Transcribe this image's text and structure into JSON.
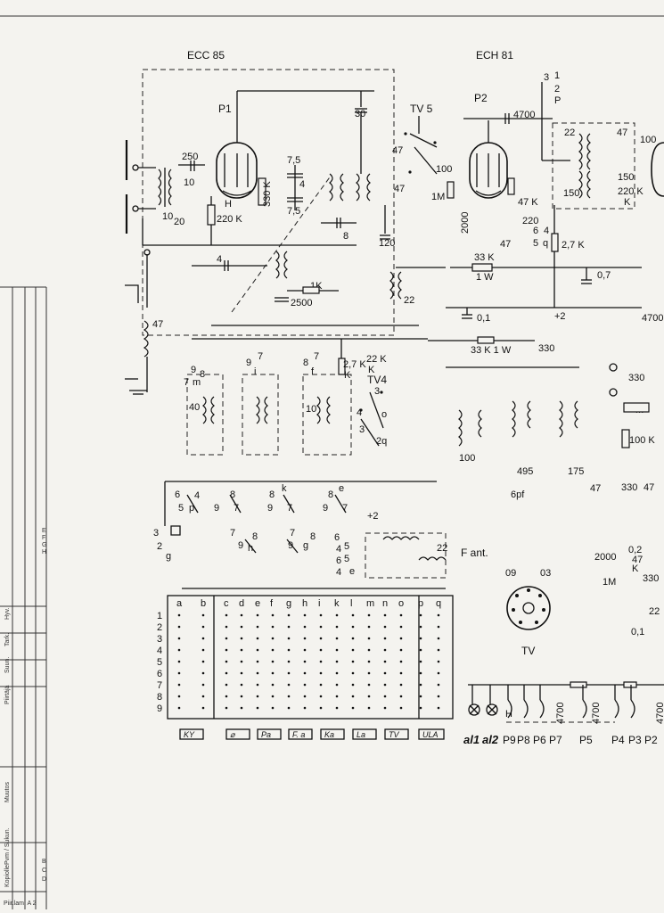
{
  "tubes": {
    "left": "ECC 85",
    "right": "ECH 81",
    "p1": "P1",
    "p2": "P2",
    "tv5": "TV 5",
    "tv4": "TV4",
    "tv_socket": "TV",
    "h": "H"
  },
  "components": {
    "c250": "250",
    "c10a": "10",
    "c10b": "10",
    "r20": "20",
    "r220k": "220 K",
    "r330k": "330 K",
    "c7_5a": "7,5",
    "c7_5b": "7,5",
    "c4a": "4",
    "c30": "30",
    "c47a": "47",
    "c47b": "47",
    "c100a": "100",
    "r1m": "1M",
    "c8": "8",
    "c120": "120",
    "c4b": "4",
    "c1k": "1K",
    "c2500": "2500",
    "c22a": "22",
    "c4700a": "4700",
    "c22b": "22",
    "c47c": "47",
    "c100b": "100",
    "c150a": "150",
    "c150b": "150",
    "r220k2": "220 K",
    "r47k": "47 K",
    "r220": "220",
    "c2000a": "2000",
    "c47d": "47",
    "r2_7k": "2,7 K",
    "r33k1w": "33 K",
    "w1": "1 W",
    "c0_1a": "0,1",
    "c0_7": "0,7",
    "c4700b": "4700",
    "r33k1w2": "33 K  1 W",
    "c330a": "330",
    "r2_7k2": "2,7 K",
    "r22k": "22 K",
    "c40": "40",
    "c10c": "10",
    "c100c": "100",
    "c495": "495",
    "c175": "175",
    "c6pf": "6pf",
    "c47e": "47",
    "c330b": "330",
    "c47f": "47",
    "c2000b": "2000",
    "c0_2": "0,2",
    "c47g": "47",
    "r1m2": "1M",
    "c330c": "330",
    "c22c": "22",
    "c0_1b": "0,1",
    "c47h": "47",
    "c22d": "22",
    "c4700c": "4700",
    "c4700d": "4700",
    "c4700e": "4700",
    "c330d": "330",
    "rM": "M",
    "r100k": "100 K",
    "fant": "F ant.",
    "kk": "K",
    "plus2a": "+2",
    "plus2b": "+2",
    "c09": "09",
    "c03": "03"
  },
  "matrix": {
    "columns": [
      "a",
      "b",
      "c",
      "d",
      "e",
      "f",
      "g",
      "h",
      "i",
      "k",
      "l",
      "m",
      "n",
      "o",
      "p",
      "q"
    ],
    "rows": [
      "1",
      "2",
      "3",
      "4",
      "5",
      "6",
      "7",
      "8",
      "9"
    ],
    "buttons": [
      "KY",
      "⌀",
      "Pa",
      "F. a",
      "Ka",
      "La",
      "TV",
      "ULA"
    ]
  },
  "bottom_labels": {
    "al1": "al1",
    "al2": "al2",
    "p9": "P9",
    "p8": "P8",
    "p6": "P6",
    "p7": "P7",
    "p5": "P5",
    "p4": "P4",
    "p3": "P3",
    "p2": "P2"
  },
  "title_block": {
    "letters": [
      "E",
      "F",
      "G",
      "H"
    ],
    "letters2": [
      "B",
      "C",
      "D"
    ],
    "fields": [
      "Hyv.",
      "Tark.",
      "Suun.",
      "Piirtäjä",
      "Muutos",
      "Pvm / Sukun.",
      "Kopiolle",
      "Piir.lam. A 2"
    ]
  }
}
